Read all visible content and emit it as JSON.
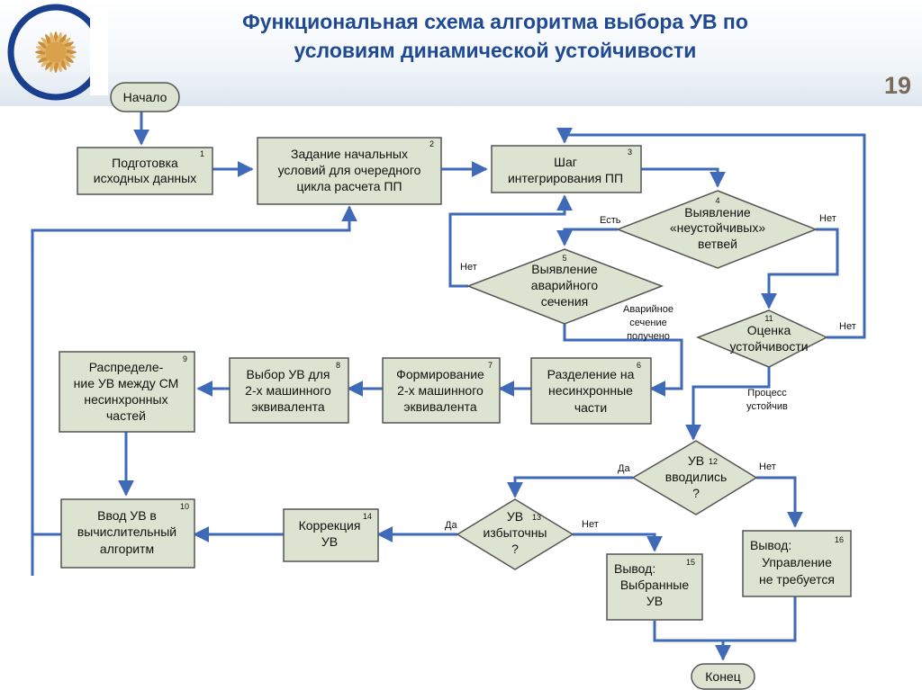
{
  "title": "Функциональная схема алгоритма выбора УВ по условиям динамической устойчивости",
  "title_lines": [
    "Функциональная схема алгоритма выбора УВ по",
    "условиям динамической устойчивости"
  ],
  "slide_number": "19",
  "colors": {
    "title": "#1f4a93",
    "box_fill": "#dce3d0",
    "box_stroke": "#555555",
    "arrow": "#3f6ab8"
  },
  "nodes": {
    "start": {
      "lines": [
        "Начало"
      ]
    },
    "n1": {
      "num": "1",
      "lines": [
        "Подготовка",
        "исходных данных"
      ]
    },
    "n2": {
      "num": "2",
      "lines": [
        "Задание начальных",
        "условий для очередного",
        "цикла расчета ПП"
      ]
    },
    "n3": {
      "num": "3",
      "lines": [
        "Шаг",
        "интегрирования ПП"
      ]
    },
    "n4": {
      "num": "4",
      "lines": [
        "Выявление",
        "«неустойчивых»",
        "ветвей"
      ]
    },
    "n5": {
      "num": "5",
      "lines": [
        "Выявление",
        "аварийного",
        "сечения"
      ]
    },
    "n6": {
      "num": "6",
      "lines": [
        "Разделение на",
        "несинхронные",
        "части"
      ]
    },
    "n7": {
      "num": "7",
      "lines": [
        "Формирование",
        "2-х машинного",
        "эквивалента"
      ]
    },
    "n8": {
      "num": "8",
      "lines": [
        "Выбор УВ для",
        "2-х машинного",
        "эквивалента"
      ]
    },
    "n9": {
      "num": "9",
      "lines": [
        "Распределе-",
        "ние УВ между СМ",
        "несинхронных",
        "частей"
      ]
    },
    "n10": {
      "num": "10",
      "lines": [
        "Ввод УВ в",
        "вычислительный",
        "алгоритм"
      ]
    },
    "n11": {
      "num": "11",
      "lines": [
        "Оценка",
        "устойчивости"
      ]
    },
    "n12": {
      "num": "12",
      "lines": [
        "УВ",
        "вводились",
        "?"
      ]
    },
    "n13": {
      "num": "13",
      "lines": [
        "УВ",
        "избыточны",
        "?"
      ]
    },
    "n14": {
      "num": "14",
      "lines": [
        "Коррекция",
        "УВ"
      ]
    },
    "n15": {
      "num": "15",
      "lines": [
        "Вывод:",
        "Выбранные",
        "УВ"
      ]
    },
    "n16": {
      "num": "16",
      "lines": [
        "Вывод:",
        "Управление",
        "не требуется"
      ]
    },
    "end": {
      "lines": [
        "Конец"
      ]
    }
  },
  "labels": {
    "n4_yes": "Есть",
    "n4_no": "Нет",
    "n5_no": "Нет",
    "n5_yes": [
      "Аварийное",
      "сечение",
      "получено"
    ],
    "n11_no": "Нет",
    "n11_yes": [
      "Процесс",
      "устойчив"
    ],
    "n12_yes": "Да",
    "n12_no": "Нет",
    "n13_yes": "Да",
    "n13_no": "Нет"
  }
}
